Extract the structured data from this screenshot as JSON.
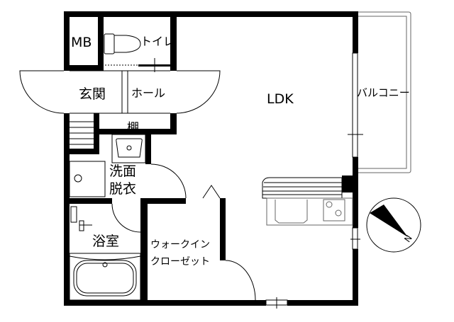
{
  "plan": {
    "rooms": {
      "mb": "MB",
      "toilet": "トイレ",
      "entrance": "玄関",
      "hall": "ホール",
      "shelf": "棚",
      "washroom_1": "洗面",
      "washroom_2": "脱衣",
      "bathroom": "浴室",
      "closet_1": "ウォークイン",
      "closet_2": "クローゼット",
      "ldk": "LDK",
      "balcony": "バルコニー"
    },
    "compass": {
      "label": "N"
    },
    "colors": {
      "wall": "#000000",
      "background": "#ffffff"
    }
  }
}
